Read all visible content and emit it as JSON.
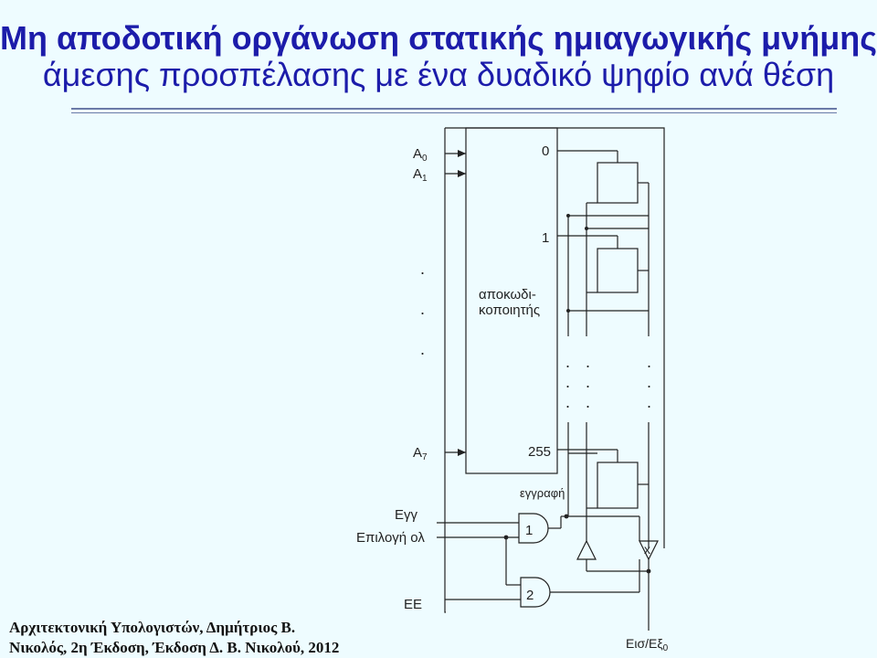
{
  "title": {
    "line1": "Μη αποδοτική οργάνωση στατικής ημιαγωγικής μνήμης",
    "line2": "άμεσης προσπέλασης με ένα δυαδικό ψηφίο ανά θέση"
  },
  "diagram": {
    "inputs": {
      "a0": "A",
      "a0_sub": "0",
      "a1": "A",
      "a1_sub": "1",
      "a7": "A",
      "a7_sub": "7"
    },
    "decoder": {
      "label_line1": "αποκωδι-",
      "label_line2": "κοποιητής",
      "out_0": "0",
      "out_1": "1",
      "out_255": "255"
    },
    "dots": ".",
    "write_label": "εγγραφή",
    "enable_label": "Εγγ",
    "select_label": "Επιλογή ολ",
    "ee_label": "ΕΕ",
    "gate1_label": "1",
    "gate2_label": "2",
    "x_label": "x",
    "io_label": "Εισ/Εξ",
    "io_sub": "0"
  },
  "footer": {
    "line1": "Αρχιτεκτονική Υπολογιστών, Δημήτριος Β.",
    "line2": "Νικολός, 2η Έκδοση, Έκδοση Δ. Β. Νικολού, 2012"
  },
  "colors": {
    "title": "#1c1caa",
    "background": "#eefcff",
    "lines": "#222222"
  }
}
